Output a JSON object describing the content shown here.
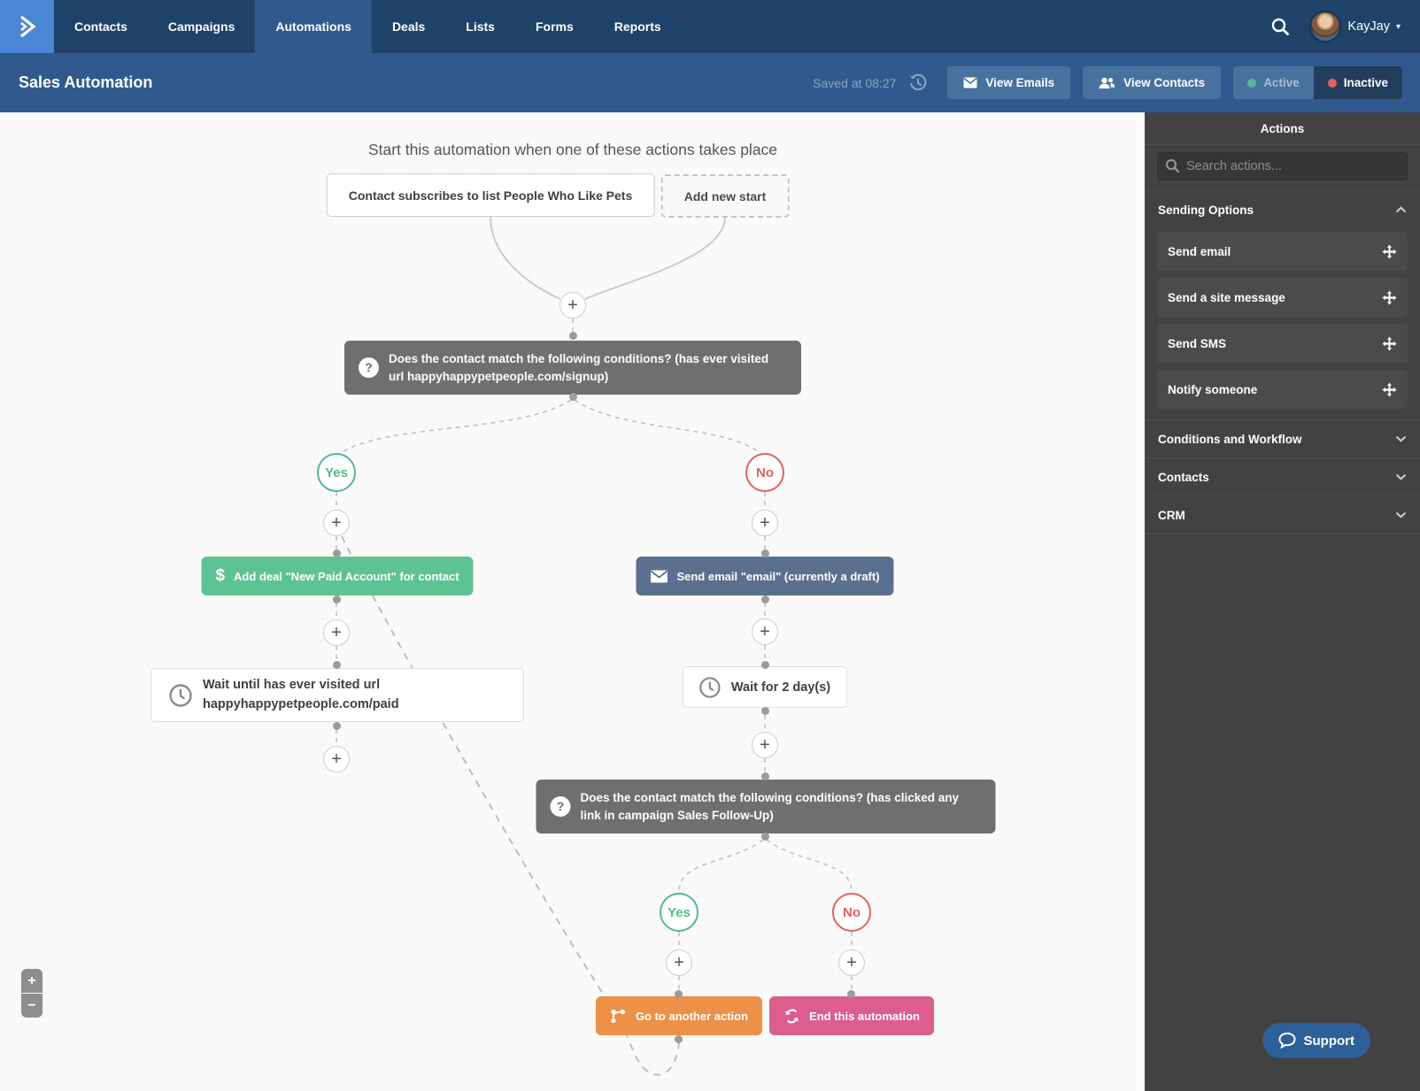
{
  "glyphs": {
    "plus": "+",
    "minus": "−",
    "dollar": "$",
    "question": "?",
    "caret": "▾"
  },
  "nav": {
    "items": [
      {
        "label": "Contacts"
      },
      {
        "label": "Campaigns"
      },
      {
        "label": "Automations"
      },
      {
        "label": "Deals"
      },
      {
        "label": "Lists"
      },
      {
        "label": "Forms"
      },
      {
        "label": "Reports"
      }
    ],
    "user": "KayJay"
  },
  "toolbar": {
    "title": "Sales Automation",
    "saved_text": "Saved at 08:27",
    "view_emails": "View Emails",
    "view_contacts": "View Contacts",
    "active_label": "Active",
    "inactive_label": "Inactive"
  },
  "sidebar": {
    "title": "Actions",
    "search_placeholder": "Search actions...",
    "sections": [
      {
        "label": "Sending Options",
        "items": [
          "Send email",
          "Send a site message",
          "Send SMS",
          "Notify someone"
        ]
      },
      {
        "label": "Conditions and Workflow"
      },
      {
        "label": "Contacts"
      },
      {
        "label": "CRM"
      }
    ]
  },
  "flow": {
    "start_title": "Start this automation when one of these actions takes place",
    "start_trigger": "Contact subscribes to list People Who Like Pets",
    "add_new_start": "Add new start",
    "condition1": "Does the contact match the following conditions? (has ever visited url happyhappypetpeople.com/signup)",
    "yes": "Yes",
    "no": "No",
    "add_deal": "Add deal \"New Paid Account\" for contact",
    "wait_until_line1": "Wait until has ever visited url",
    "wait_until_line2": "happyhappypetpeople.com/paid",
    "send_email": "Send email \"email\" (currently a draft)",
    "wait_days": "Wait for 2 day(s)",
    "condition2": "Does the contact match the following conditions? (has clicked any link in campaign Sales Follow-Up)",
    "goto_action": "Go to another action",
    "end_automation": "End this automation"
  },
  "support": {
    "label": "Support"
  },
  "colors": {
    "nav_bg": "#1e4269",
    "bar_bg": "#305a8e",
    "logo_bg": "#4a86d4",
    "green": "#5ec393",
    "red": "#e2615f",
    "slate": "#5b6f8e",
    "orange": "#ec9147",
    "pink": "#dd5d8c",
    "condition_gray": "#6f6f6f",
    "sidebar_bg": "#424242"
  }
}
